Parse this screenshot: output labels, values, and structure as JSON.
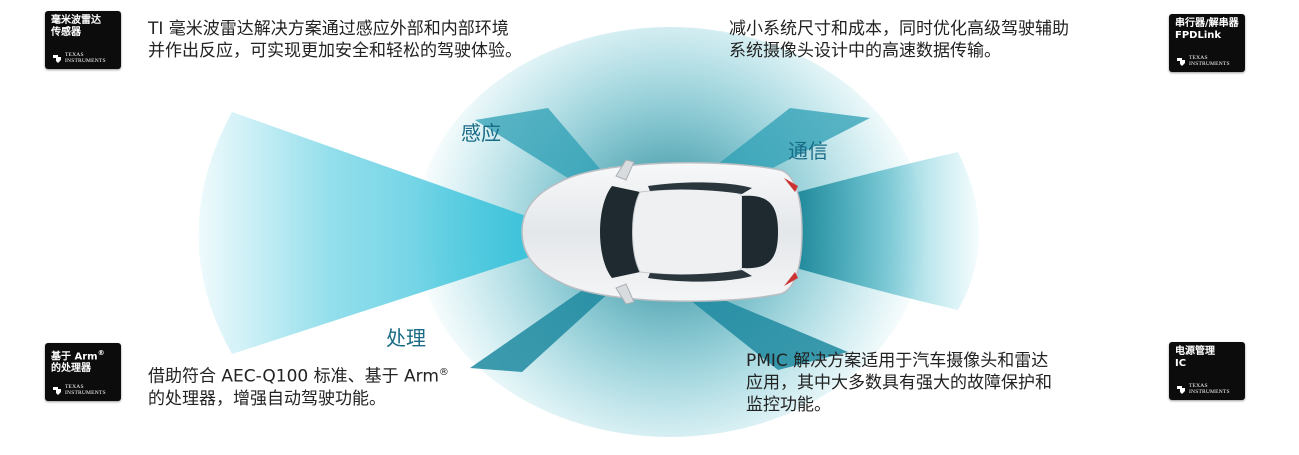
{
  "chips": {
    "radar": {
      "label": "毫米波雷达\n传感器",
      "logo_line1": "TEXAS",
      "logo_line2": "INSTRUMENTS"
    },
    "fpdlink": {
      "label": "串行器/解串器\nFPDLink",
      "logo_line1": "TEXAS",
      "logo_line2": "INSTRUMENTS"
    },
    "processor": {
      "label_line1": "基于 Arm",
      "label_sup": "®",
      "label_line2": "的处理器",
      "logo_line1": "TEXAS",
      "logo_line2": "INSTRUMENTS"
    },
    "pmic": {
      "label": "电源管理\nIC",
      "logo_line1": "TEXAS",
      "logo_line2": "INSTRUMENTS"
    }
  },
  "descriptions": {
    "radar": "TI 毫米波雷达解决方案通过感应外部和内部环境\n并作出反应，可实现更加安全和轻松的驾驶体验。",
    "fpdlink": "减小系统尺寸和成本，同时优化高级驾驶辅助\n系统摄像头设计中的高速数据传输。",
    "processor_part1": "借助符合 AEC-Q100 标准、基于 Arm",
    "processor_sup": "®",
    "processor_part2": "的处理器，增强自动驾驶功能。",
    "pmic": "PMIC 解决方案适用于汽车摄像头和雷达\n应用，其中大多数具有强大的故障保护和\n监控功能。"
  },
  "categories": {
    "sensing": "感应",
    "communication": "通信",
    "processing": "处理"
  },
  "colors": {
    "beam_cyan": "#3cc4dc",
    "beam_teal": "#127a8c",
    "category_text": "#1a6b86",
    "chip_bg": "#0c0c0c",
    "car_body": "#e9ecef",
    "glass": "#1e2a30"
  }
}
